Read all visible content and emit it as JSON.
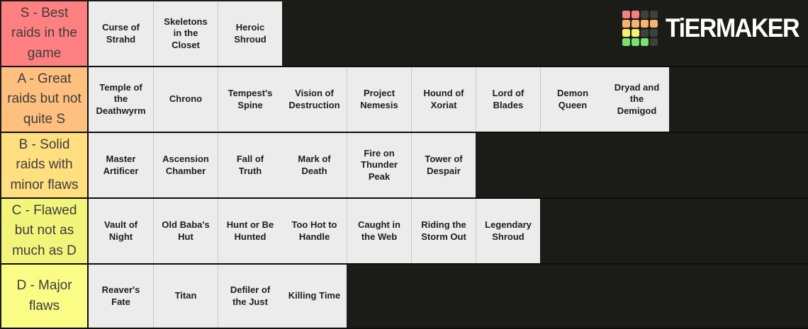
{
  "app": {
    "name": "TierMaker",
    "logo_text": "TiERMAKER",
    "logo_grid_colors": [
      [
        "#f4807f",
        "#f4807f",
        "#3f3f3d",
        "#3f3f3d"
      ],
      [
        "#f6b26e",
        "#f6b26e",
        "#f6b26e",
        "#f6b26e"
      ],
      [
        "#f7ef72",
        "#f7ef72",
        "#3f3f3d",
        "#3f3f3d"
      ],
      [
        "#79e071",
        "#79e071",
        "#79e071",
        "#3f3f3d"
      ]
    ]
  },
  "colors": {
    "page_background": "#1b1b17",
    "item_background": "#ececec",
    "row_divider": "#0d0d0b"
  },
  "tiers": [
    {
      "tier": "S",
      "label": "S - Best raids in the game",
      "color": "#ff8080",
      "items": [
        "Curse of Strahd",
        "Skeletons in the Closet",
        "Heroic Shroud"
      ]
    },
    {
      "tier": "A",
      "label": "A -  Great raids but not quite S",
      "color": "#ffbf7f",
      "items": [
        "Temple of the Deathwyrm",
        "Chrono",
        "Tempest's Spine",
        "Vision of Destruction",
        "Project Nemesis",
        "Hound of Xoriat",
        "Lord of Blades",
        "Demon Queen",
        "Dryad and the Demigod"
      ]
    },
    {
      "tier": "B",
      "label": "B - Solid raids with minor flaws",
      "color": "#ffdf7f",
      "items": [
        "Master Artificer",
        "Ascension Chamber",
        "Fall of Truth",
        "Mark of Death",
        "Fire on Thunder Peak",
        "Tower of Despair"
      ]
    },
    {
      "tier": "C",
      "label": "C -  Flawed but not as much as D",
      "color": "#f3f57b",
      "items": [
        "Vault of Night",
        "Old Baba's Hut",
        "Hunt or Be Hunted",
        "Too Hot to Handle",
        "Caught in the Web",
        "Riding the Storm Out",
        "Legendary Shroud"
      ]
    },
    {
      "tier": "D",
      "label": "D - Major flaws",
      "color": "#fafc86",
      "items": [
        "Reaver's Fate",
        "Titan",
        "Defiler of the Just",
        "Killing Time"
      ]
    }
  ]
}
